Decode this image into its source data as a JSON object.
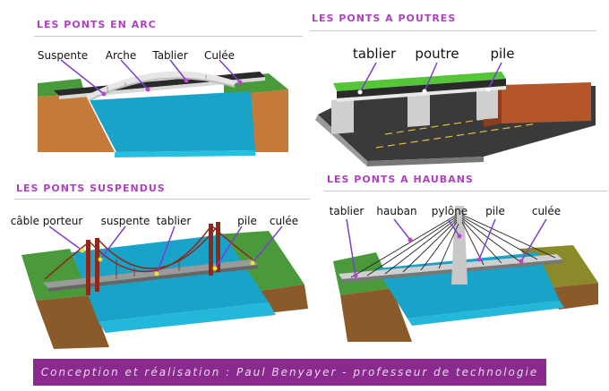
{
  "panels": {
    "arc": {
      "heading": "LES PONTS EN ARC",
      "labels": {
        "suspente": "Suspente",
        "arche": "Arche",
        "tablier": "Tablier",
        "culee": "Culée"
      }
    },
    "poutres": {
      "heading": "LES PONTS A POUTRES",
      "labels": {
        "tablier": "tablier",
        "poutre": "poutre",
        "pile": "pile"
      }
    },
    "suspendus": {
      "heading": "LES PONTS SUSPENDUS",
      "labels": {
        "cable": "câble porteur",
        "suspente": "suspente",
        "tablier": "tablier",
        "pile": "pile",
        "culee": "culée"
      }
    },
    "haubans": {
      "heading": "LES PONTS A HAUBANS",
      "labels": {
        "tablier": "tablier",
        "hauban": "hauban",
        "pylone": "pylône",
        "pile": "pile",
        "culee": "culée"
      }
    }
  },
  "footer": "Conception et réalisation : Paul Benyayer - professeur de technologie",
  "colors": {
    "heading": "#b040c0",
    "water": "#1aa3c8",
    "grass": "#4a9a3c",
    "earth": "#c67a3a",
    "footer_bg": "#8b2a8e"
  }
}
